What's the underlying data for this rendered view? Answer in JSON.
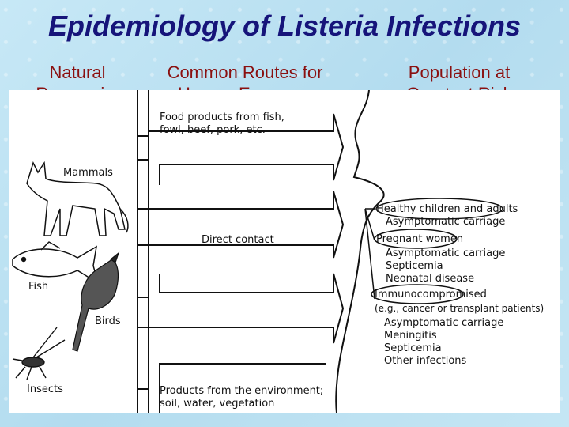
{
  "title": "Epidemiology of Listeria Infections",
  "columns": {
    "reservoirs": "Natural Reservoirs",
    "routes": "Common Routes for Human Exposure",
    "risk": "Population at Greatest Risk"
  },
  "reservoirs": {
    "mammals": "Mammals",
    "fish": "Fish",
    "birds": "Birds",
    "insects": "Insects"
  },
  "routes": {
    "food_line1": "Food products from fish,",
    "food_line2": "fowl, beef, pork, etc.",
    "direct": "Direct contact",
    "env_line1": "Products from the environment;",
    "env_line2": "soil, water, vegetation"
  },
  "populations": {
    "healthy": "Healthy children and adults",
    "healthy_1": "Asymptomatic carriage",
    "pregnant": "Pregnant women",
    "pregnant_1": "Asymptomatic carriage",
    "pregnant_2": "Septicemia",
    "pregnant_3": "Neonatal disease",
    "immuno": "Immunocompromised",
    "immuno_note": "(e.g., cancer or transplant patients)",
    "immuno_1": "Asymptomatic carriage",
    "immuno_2": "Meningitis",
    "immuno_3": "Septicemia",
    "immuno_4": "Other infections"
  }
}
